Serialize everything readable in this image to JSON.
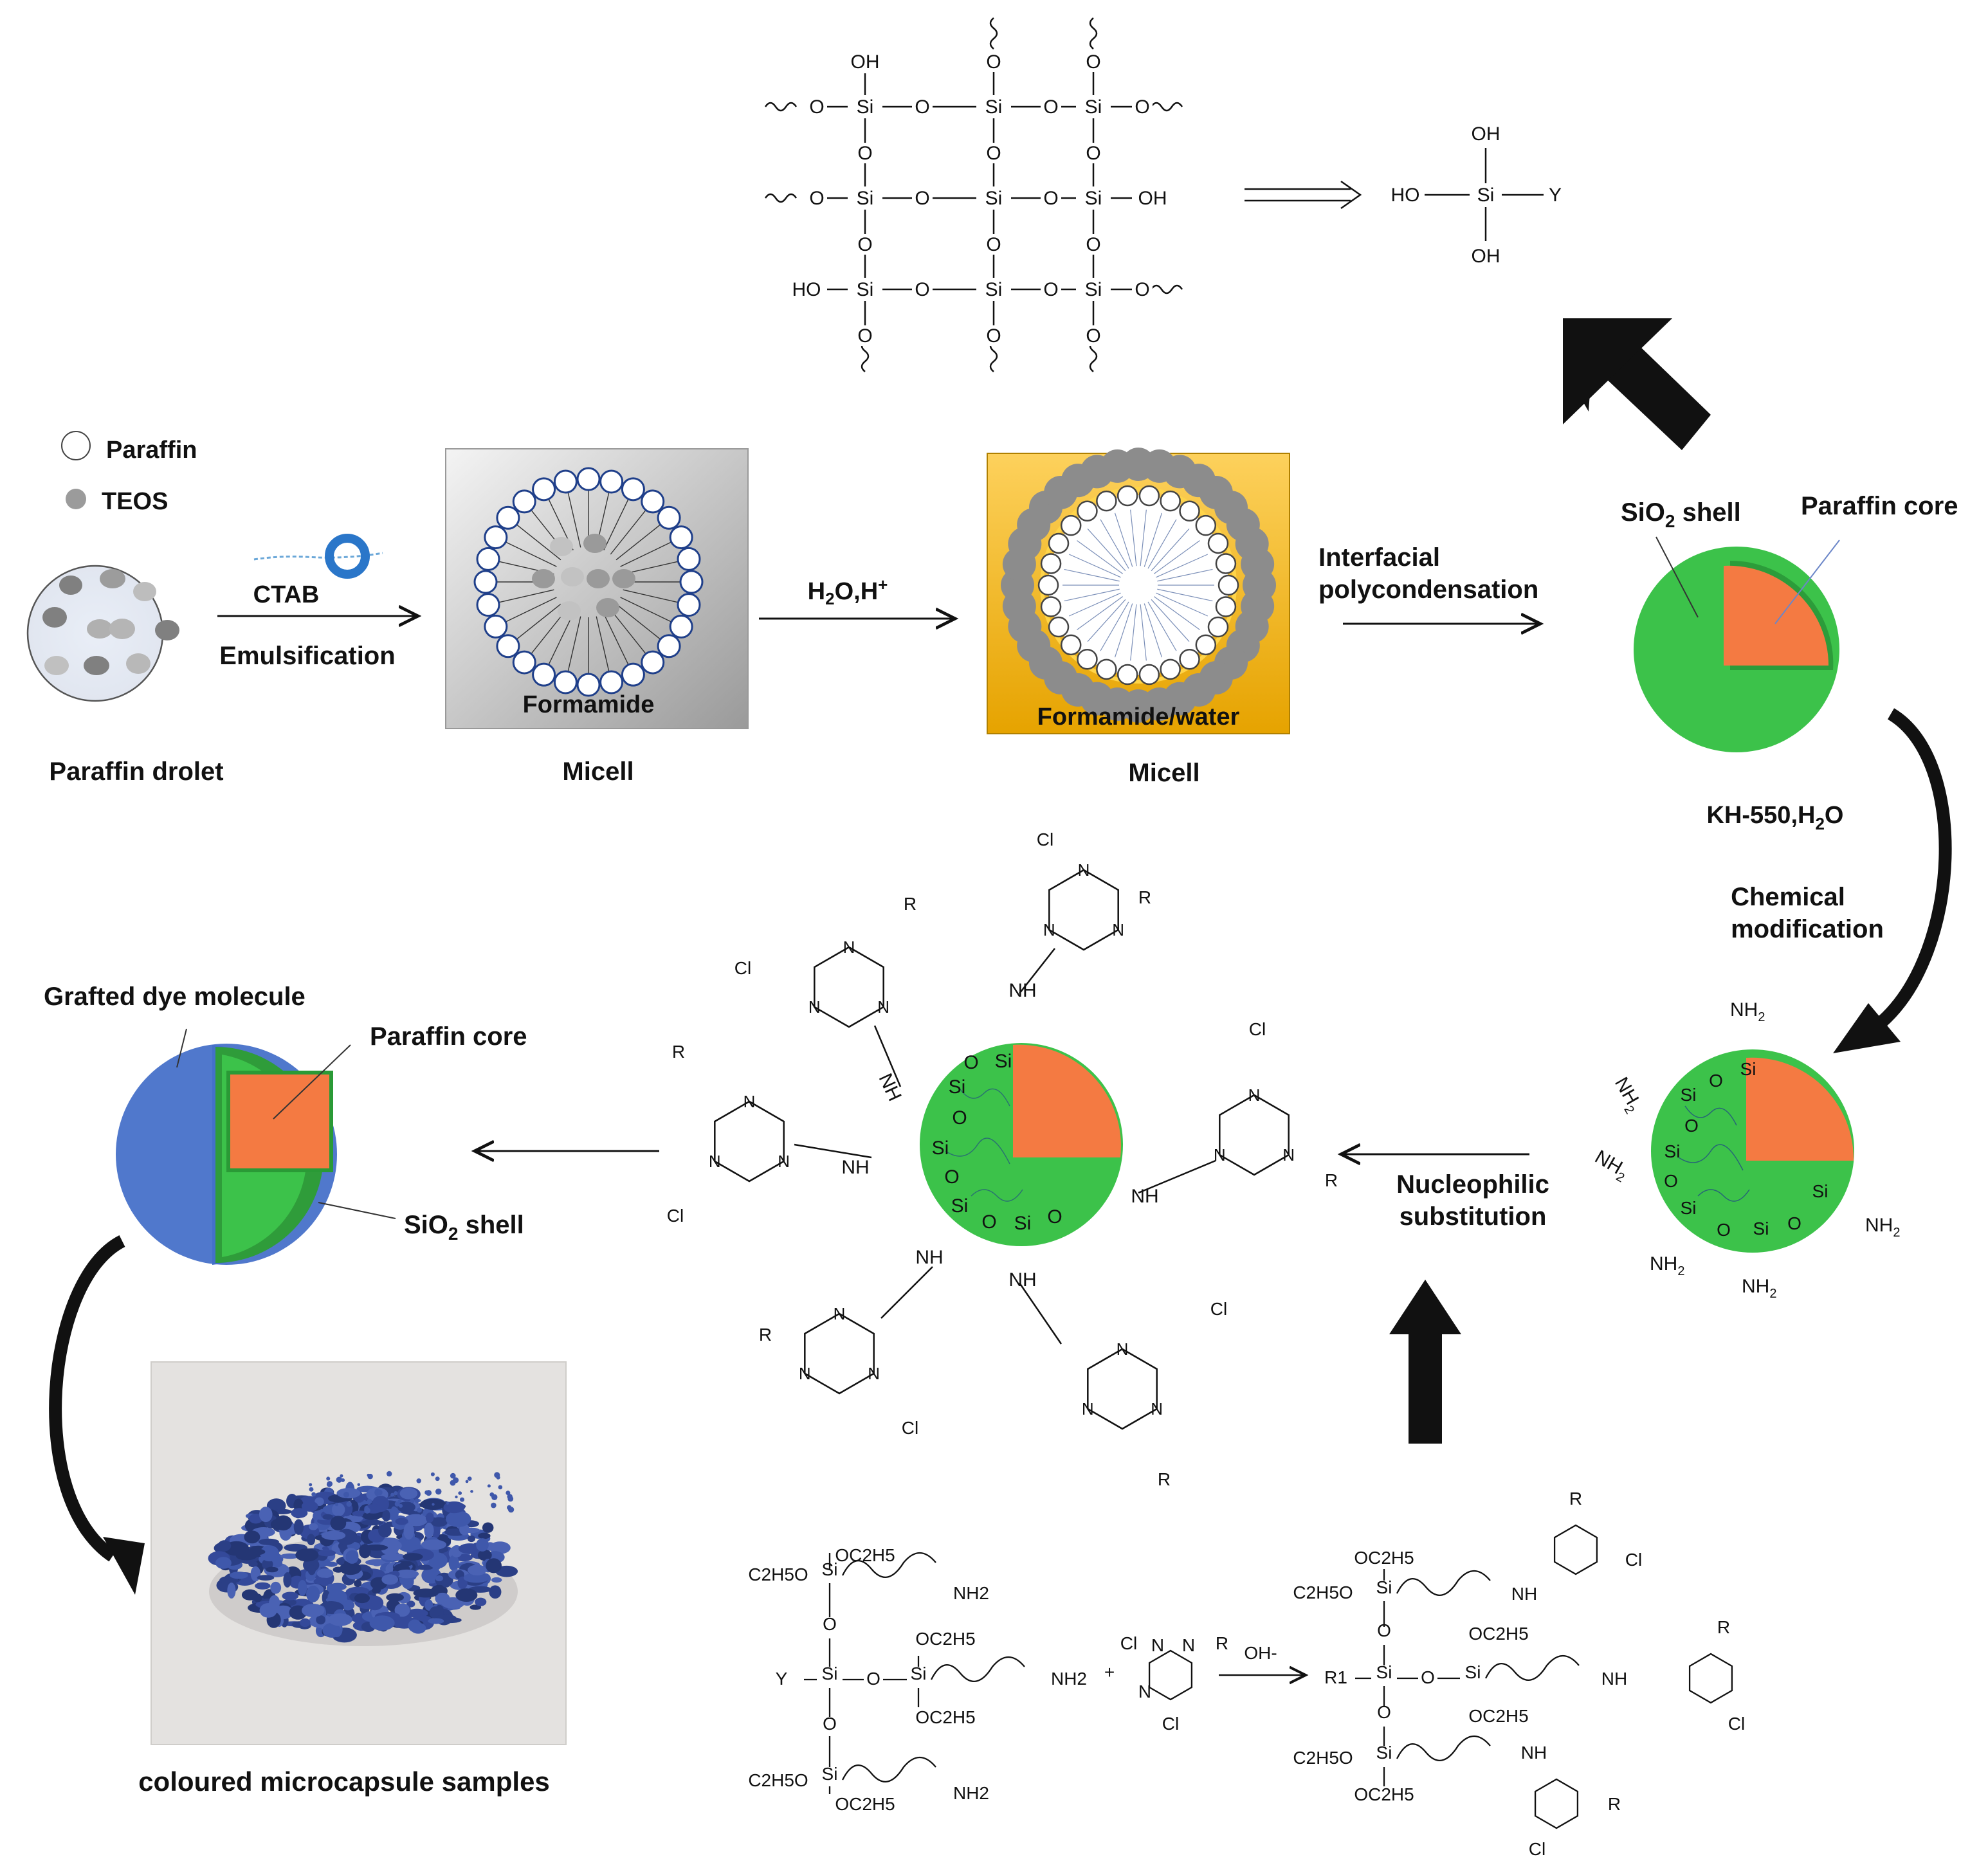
{
  "legend": {
    "paraffin": "Paraffin",
    "teos": "TEOS"
  },
  "stage1": {
    "caption": "Paraffin drolet",
    "reagent": "CTAB",
    "process": "Emulsification"
  },
  "stage2": {
    "inner_label": "Formamide",
    "caption": "Micell",
    "reagent": "H2O,H+"
  },
  "stage3": {
    "inner_label": "Formamide/water",
    "caption": "Micell"
  },
  "polycondensation": {
    "line1": "Interfacial",
    "line2": "polycondensation"
  },
  "capsule": {
    "shell_label": "SiO2 shell",
    "core_label": "Paraffin core"
  },
  "modification": {
    "reagent": "KH-550,H2O",
    "line1": "Chemical",
    "line2": "modification"
  },
  "substitution": {
    "line1": "Nucleophilic",
    "line2": "substitution"
  },
  "final": {
    "dye_label": "Grafted dye molecule",
    "core_label": "Paraffin core",
    "shell_label": "SiO2 shell"
  },
  "photo": {
    "caption": "coloured microcapsule samples"
  },
  "colors": {
    "shell_green": "#3cc24a",
    "core_orange": "#f47a42",
    "dye_blue": "#4470c8",
    "micelle_blue": "#1f3f8a",
    "gold": "#f0b400",
    "grey_bead": "#8c8c8c"
  },
  "chem": {
    "si": "Si",
    "o": "O",
    "oh": "OH",
    "ho": "HO",
    "y": "Y",
    "nh": "NH",
    "nh2": "NH2",
    "n": "N",
    "r": "R",
    "cl": "Cl",
    "oet": "OC2H5",
    "eto": "C2H5O",
    "r1": "R1",
    "oh_minus": "OH-",
    "plus": "+"
  }
}
